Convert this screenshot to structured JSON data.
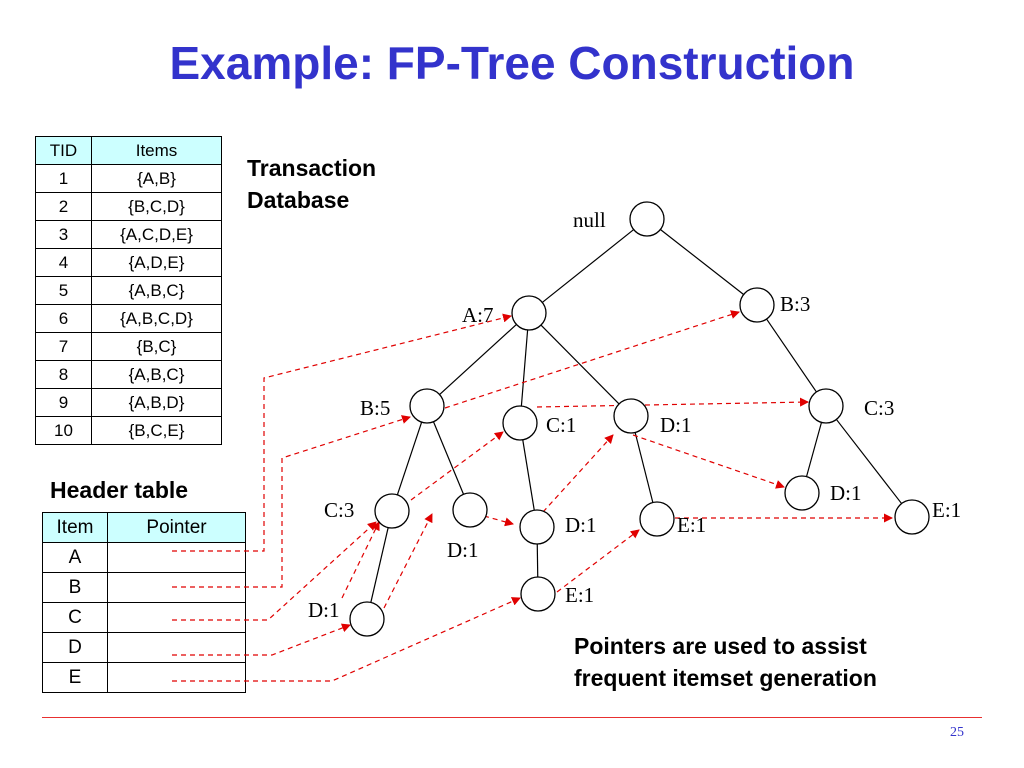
{
  "title": "Example: FP-Tree Construction",
  "transaction_table": {
    "headers": [
      "TID",
      "Items"
    ],
    "rows": [
      [
        "1",
        "{A,B}"
      ],
      [
        "2",
        "{B,C,D}"
      ],
      [
        "3",
        "{A,C,D,E}"
      ],
      [
        "4",
        "{A,D,E}"
      ],
      [
        "5",
        "{A,B,C}"
      ],
      [
        "6",
        "{A,B,C,D}"
      ],
      [
        "7",
        "{B,C}"
      ],
      [
        "8",
        "{A,B,C}"
      ],
      [
        "9",
        "{A,B,D}"
      ],
      [
        "10",
        "{B,C,E}"
      ]
    ]
  },
  "transaction_label": [
    "Transaction",
    "Database"
  ],
  "header_table_label": "Header table",
  "header_table": {
    "headers": [
      "Item",
      "Pointer"
    ],
    "items": [
      "A",
      "B",
      "C",
      "D",
      "E"
    ]
  },
  "tree": {
    "nodes": [
      {
        "id": "null",
        "label": "null"
      },
      {
        "id": "A7",
        "label": "A:7"
      },
      {
        "id": "B3",
        "label": "B:3"
      },
      {
        "id": "B5",
        "label": "B:5"
      },
      {
        "id": "C1a",
        "label": "C:1"
      },
      {
        "id": "D1a",
        "label": "D:1"
      },
      {
        "id": "C3b",
        "label": "C:3"
      },
      {
        "id": "C3",
        "label": "C:3"
      },
      {
        "id": "D1b",
        "label": "D:1"
      },
      {
        "id": "D1c",
        "label": "D:1"
      },
      {
        "id": "E1a",
        "label": "E:1"
      },
      {
        "id": "D1d",
        "label": "D:1"
      },
      {
        "id": "E1b",
        "label": "E:1"
      },
      {
        "id": "D1e",
        "label": "D:1"
      },
      {
        "id": "E1c",
        "label": "E:1"
      }
    ],
    "edges": [
      [
        "null",
        "A7"
      ],
      [
        "null",
        "B3"
      ],
      [
        "A7",
        "B5"
      ],
      [
        "A7",
        "C1a"
      ],
      [
        "A7",
        "D1a"
      ],
      [
        "B3",
        "C3b"
      ],
      [
        "B5",
        "C3"
      ],
      [
        "B5",
        "D1b"
      ],
      [
        "C1a",
        "D1c"
      ],
      [
        "D1a",
        "E1a"
      ],
      [
        "C3b",
        "D1d"
      ],
      [
        "C3b",
        "E1b"
      ],
      [
        "C3",
        "D1e"
      ],
      [
        "D1c",
        "E1c"
      ]
    ]
  },
  "note": [
    "Pointers are used to assist",
    "frequent itemset generation"
  ],
  "page_number": "25",
  "colors": {
    "title": "#3333cc",
    "pointer_line": "#e00000",
    "table_header": "#ccffff",
    "divider": "#e83030"
  }
}
